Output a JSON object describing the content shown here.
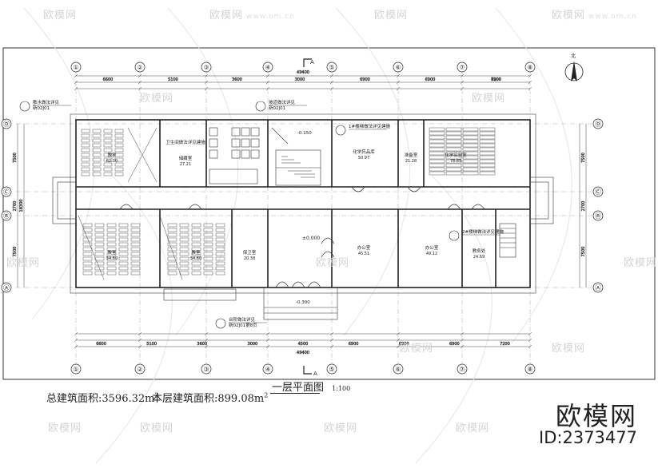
{
  "drawing": {
    "title": "一层平面图",
    "scale": "1:100",
    "section_mark": "A",
    "north_label": "北"
  },
  "areas": {
    "total_label": "总建筑面积:3596.32m",
    "total_sup": "2",
    "floor_label": "本层建筑面积:899.08m",
    "floor_sup": "2"
  },
  "watermark": {
    "brand": "欧模网",
    "id": "ID:2373477",
    "faint_text": "欧模网",
    "faint_url": "www.om.cn"
  },
  "axes": {
    "columns": [
      "①",
      "②",
      "③",
      "④",
      "⑤",
      "⑥",
      "⑦",
      "⑧"
    ],
    "rows": [
      "Ⓓ",
      "Ⓒ",
      "Ⓑ",
      "Ⓐ"
    ]
  },
  "dimensions": {
    "overall": "49400",
    "top_spans": [
      "6600",
      "5100",
      "3600",
      "3000",
      "6900",
      "6900",
      "6900",
      "7200"
    ],
    "bottom_spans": [
      "6600",
      "5100",
      "3600",
      "3000",
      "4500",
      "6900",
      "6900",
      "6900",
      "7200"
    ],
    "left_spans": [
      "7500",
      "7500",
      "2700"
    ],
    "left_total": "18300",
    "right_spans": [
      "7500",
      "7500",
      "2700"
    ]
  },
  "rooms": [
    {
      "name": "教室",
      "area": "62.10"
    },
    {
      "name": "储藏室",
      "area": "27.21"
    },
    {
      "name": "卫生间做法详见建施",
      "area": ""
    },
    {
      "name": "化学药品库",
      "area": "50.97"
    },
    {
      "name": "准备室",
      "area": "21.28"
    },
    {
      "name": "化学实验室",
      "area": "78.85"
    },
    {
      "name": "教室",
      "area": "54.60"
    },
    {
      "name": "教室",
      "area": "54.60"
    },
    {
      "name": "保卫室",
      "area": "20.38"
    },
    {
      "name": "办公室",
      "area": "45.51"
    },
    {
      "name": "办公室",
      "area": "49.12"
    },
    {
      "name": "教务处",
      "area": "24.69"
    }
  ],
  "callouts": [
    {
      "text": "散水做法详见",
      "ref": "新02J01"
    },
    {
      "text": "坡道做法详见",
      "ref": "新02J01"
    },
    {
      "text": "1#楼梯做法详见建施",
      "ref": ""
    },
    {
      "text": "2#楼梯做法详见建施",
      "ref": ""
    },
    {
      "text": "台阶做法详见",
      "ref": "新02J01第8页"
    }
  ],
  "levels": {
    "hall": "±0.000",
    "stair": "-0.150",
    "entry": "-0.300"
  }
}
